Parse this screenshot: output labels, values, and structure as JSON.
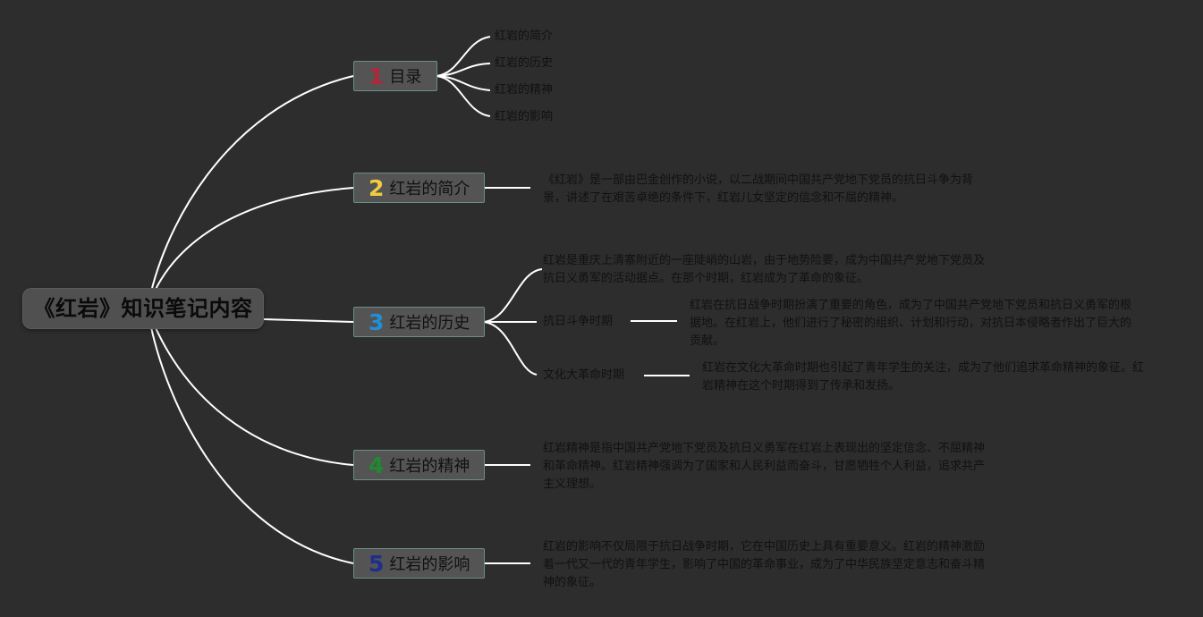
{
  "root": {
    "title": "《红岩》知识笔记内容"
  },
  "topics": [
    {
      "number": "1",
      "label": "目录",
      "children": [
        "红岩的简介",
        "红岩的历史",
        "红岩的精神",
        "红岩的影响"
      ]
    },
    {
      "number": "2",
      "label": "红岩的简介",
      "text": "《红岩》是一部由巴金创作的小说，以二战期间中国共产党地下党员的抗日斗争为背景，讲述了在艰苦卓绝的条件下，红岩儿女坚定的信念和不屈的精神。"
    },
    {
      "number": "3",
      "label": "红岩的历史",
      "text": "红岩是重庆上清寨附近的一座陡峭的山岩，由于地势险要，成为中国共产党地下党员及抗日义勇军的活动据点。在那个时期，红岩成为了革命的象征。",
      "subtopics": [
        {
          "label": "抗日斗争时期",
          "text": "红岩在抗日战争时期扮演了重要的角色，成为了中国共产党地下党员和抗日义勇军的根据地。在红岩上，他们进行了秘密的组织、计划和行动，对抗日本侵略者作出了巨大的贡献。"
        },
        {
          "label": "文化大革命时期",
          "text": "红岩在文化大革命时期也引起了青年学生的关注，成为了他们追求革命精神的象征。红岩精神在这个时期得到了传承和发扬。"
        }
      ]
    },
    {
      "number": "4",
      "label": "红岩的精神",
      "text": "红岩精神是指中国共产党地下党员及抗日义勇军在红岩上表现出的坚定信念、不屈精神和革命精神。红岩精神强调为了国家和人民利益而奋斗，甘愿牺牲个人利益，追求共产主义理想。"
    },
    {
      "number": "5",
      "label": "红岩的影响",
      "text": "红岩的影响不仅局限于抗日战争时期，它在中国历史上具有重要意义。红岩的精神激励着一代又一代的青年学生，影响了中国的革命事业，成为了中华民族坚定意志和奋斗精神的象征。"
    }
  ],
  "colors": {
    "background": "#2d2d2d",
    "connector": "#ffffff",
    "topic_fill": "#545454",
    "topic_border": "#6a8f88",
    "number_1": "#b3263a",
    "number_2": "#f2cb41",
    "number_3": "#1f8fd6",
    "number_4": "#1f8a2e",
    "number_5": "#1d2f8c"
  }
}
